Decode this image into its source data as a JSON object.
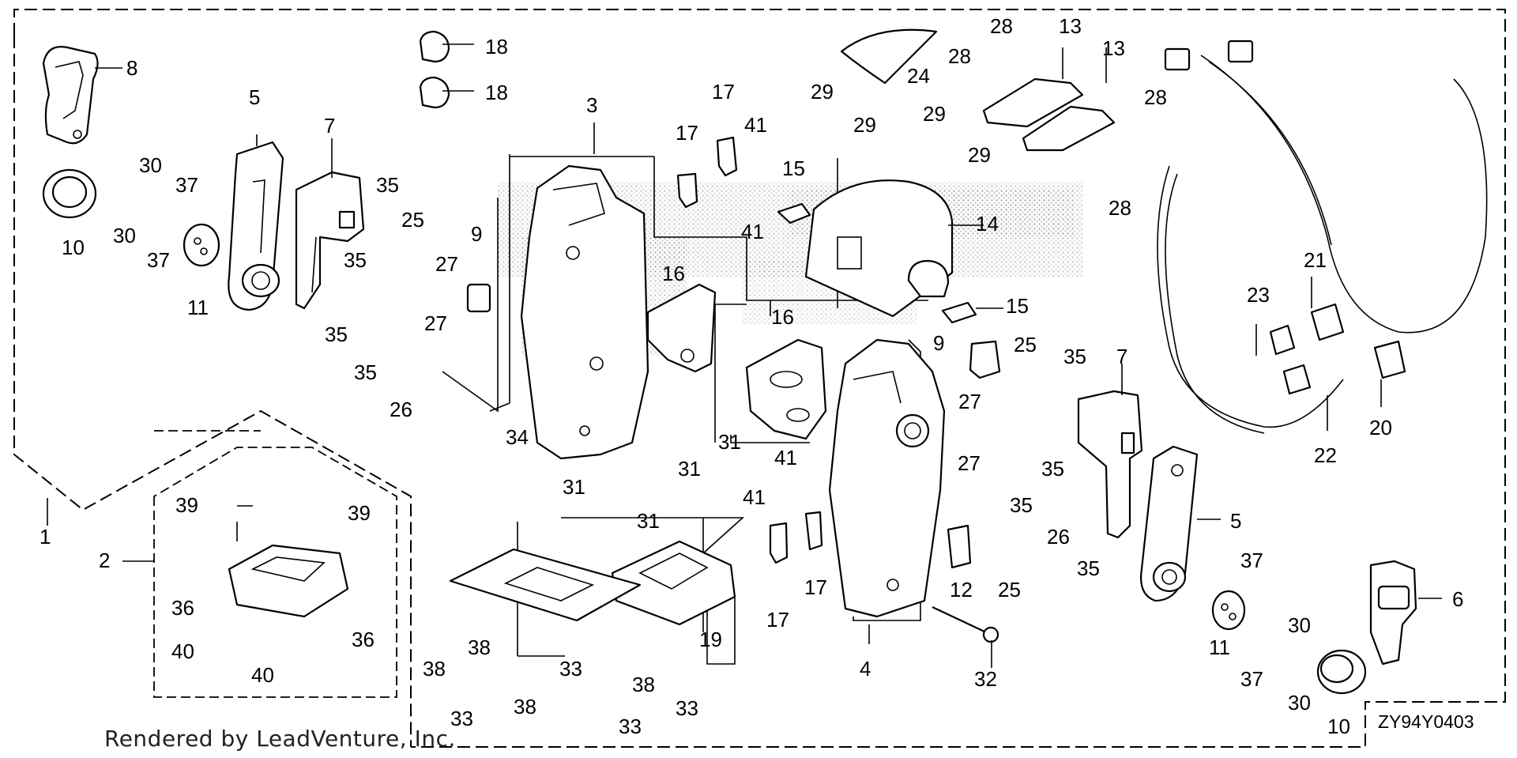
{
  "diagram": {
    "code": "ZY94Y0403",
    "credit": "Rendered by LeadVenture, Inc.",
    "labels": [
      {
        "id": "c8",
        "text": "8"
      },
      {
        "id": "c5a",
        "text": "5"
      },
      {
        "id": "c7a",
        "text": "7"
      },
      {
        "id": "c30a",
        "text": "30"
      },
      {
        "id": "c37a",
        "text": "37"
      },
      {
        "id": "c30b",
        "text": "30"
      },
      {
        "id": "c37b",
        "text": "37"
      },
      {
        "id": "c10a",
        "text": "10"
      },
      {
        "id": "c11a",
        "text": "11"
      },
      {
        "id": "c35a",
        "text": "35"
      },
      {
        "id": "c25a",
        "text": "25"
      },
      {
        "id": "c35b",
        "text": "35"
      },
      {
        "id": "c27a",
        "text": "27"
      },
      {
        "id": "c27b",
        "text": "27"
      },
      {
        "id": "c35c",
        "text": "35"
      },
      {
        "id": "c35d",
        "text": "35"
      },
      {
        "id": "c26a",
        "text": "26"
      },
      {
        "id": "c18a",
        "text": "18"
      },
      {
        "id": "c18b",
        "text": "18"
      },
      {
        "id": "c3",
        "text": "3"
      },
      {
        "id": "c9a",
        "text": "9"
      },
      {
        "id": "c16a",
        "text": "16"
      },
      {
        "id": "c34",
        "text": "34"
      },
      {
        "id": "c17a",
        "text": "17"
      },
      {
        "id": "c17b",
        "text": "17"
      },
      {
        "id": "c41a",
        "text": "41"
      },
      {
        "id": "c41b",
        "text": "41"
      },
      {
        "id": "c15a",
        "text": "15"
      },
      {
        "id": "c29a",
        "text": "29"
      },
      {
        "id": "c29b",
        "text": "29"
      },
      {
        "id": "c29c",
        "text": "29"
      },
      {
        "id": "c29d",
        "text": "29"
      },
      {
        "id": "c24",
        "text": "24"
      },
      {
        "id": "c28a",
        "text": "28"
      },
      {
        "id": "c28b",
        "text": "28"
      },
      {
        "id": "c13a",
        "text": "13"
      },
      {
        "id": "c13b",
        "text": "13"
      },
      {
        "id": "c28c",
        "text": "28"
      },
      {
        "id": "c28d",
        "text": "28"
      },
      {
        "id": "c14",
        "text": "14"
      },
      {
        "id": "c15b",
        "text": "15"
      },
      {
        "id": "c16b",
        "text": "16"
      },
      {
        "id": "c9b",
        "text": "9"
      },
      {
        "id": "c25b",
        "text": "25"
      },
      {
        "id": "c35e",
        "text": "35"
      },
      {
        "id": "c7b",
        "text": "7"
      },
      {
        "id": "c27c",
        "text": "27"
      },
      {
        "id": "c27d",
        "text": "27"
      },
      {
        "id": "c35f",
        "text": "35"
      },
      {
        "id": "c35g",
        "text": "35"
      },
      {
        "id": "c26b",
        "text": "26"
      },
      {
        "id": "c35h",
        "text": "35"
      },
      {
        "id": "c5b",
        "text": "5"
      },
      {
        "id": "c21",
        "text": "21"
      },
      {
        "id": "c23",
        "text": "23"
      },
      {
        "id": "c20",
        "text": "20"
      },
      {
        "id": "c22",
        "text": "22"
      },
      {
        "id": "c1",
        "text": "1"
      },
      {
        "id": "c2",
        "text": "2"
      },
      {
        "id": "c39a",
        "text": "39"
      },
      {
        "id": "c39b",
        "text": "39"
      },
      {
        "id": "c36a",
        "text": "36"
      },
      {
        "id": "c40a",
        "text": "40"
      },
      {
        "id": "c36b",
        "text": "36"
      },
      {
        "id": "c40b",
        "text": "40"
      },
      {
        "id": "c31a",
        "text": "31"
      },
      {
        "id": "c31b",
        "text": "31"
      },
      {
        "id": "c31c",
        "text": "31"
      },
      {
        "id": "c31d",
        "text": "31"
      },
      {
        "id": "c41c",
        "text": "41"
      },
      {
        "id": "c41d",
        "text": "41"
      },
      {
        "id": "c17c",
        "text": "17"
      },
      {
        "id": "c17d",
        "text": "17"
      },
      {
        "id": "c4",
        "text": "4"
      },
      {
        "id": "c12",
        "text": "12"
      },
      {
        "id": "c25c",
        "text": "25"
      },
      {
        "id": "c32",
        "text": "32"
      },
      {
        "id": "c19",
        "text": "19"
      },
      {
        "id": "c38a",
        "text": "38"
      },
      {
        "id": "c38b",
        "text": "38"
      },
      {
        "id": "c33a",
        "text": "33"
      },
      {
        "id": "c38c",
        "text": "38"
      },
      {
        "id": "c33b",
        "text": "33"
      },
      {
        "id": "c38d",
        "text": "38"
      },
      {
        "id": "c33c",
        "text": "33"
      },
      {
        "id": "c33d",
        "text": "33"
      },
      {
        "id": "c37c",
        "text": "37"
      },
      {
        "id": "c30c",
        "text": "30"
      },
      {
        "id": "c11b",
        "text": "11"
      },
      {
        "id": "c37d",
        "text": "37"
      },
      {
        "id": "c30d",
        "text": "30"
      },
      {
        "id": "c6",
        "text": "6"
      },
      {
        "id": "c10b",
        "text": "10"
      }
    ]
  }
}
